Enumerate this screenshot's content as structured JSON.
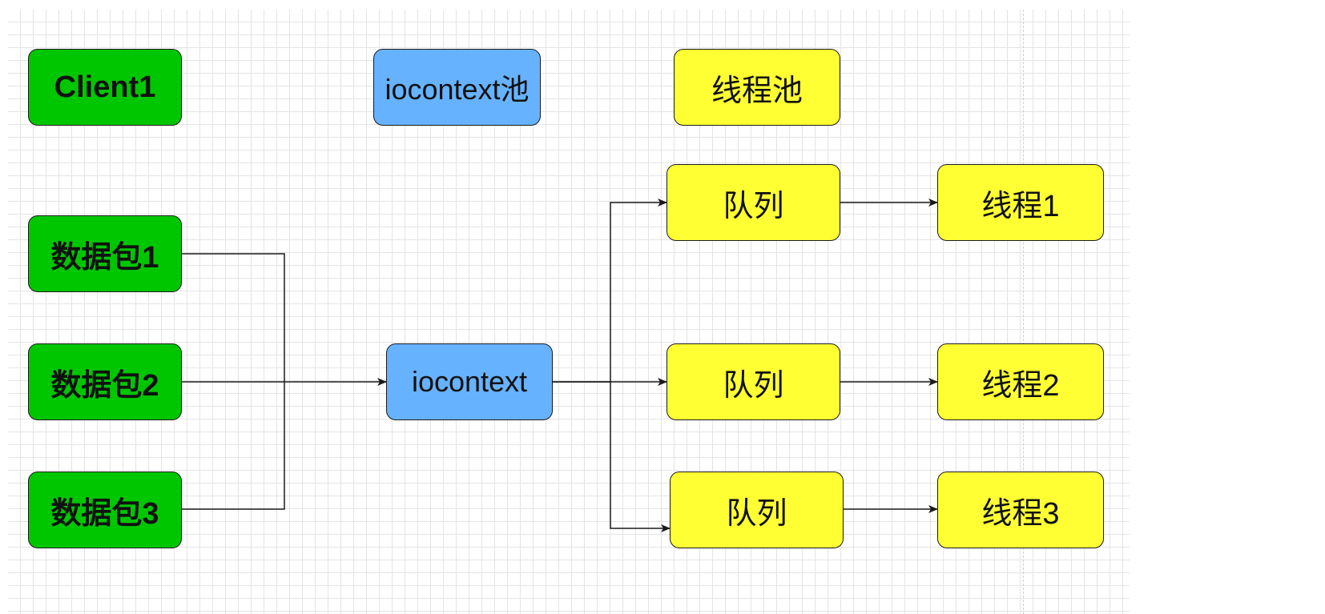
{
  "colors": {
    "client_fill": "#00c600",
    "iocontext_fill": "#66b2ff",
    "thread_fill": "#ffff33",
    "edge": "#1a1a1a"
  },
  "legend": {
    "client": "Client1",
    "iocontext_pool": "iocontext池",
    "thread_pool": "线程池"
  },
  "packets": [
    "数据包1",
    "数据包2",
    "数据包3"
  ],
  "iocontext": "iocontext",
  "queues": [
    "队列",
    "队列",
    "队列"
  ],
  "threads": [
    "线程1",
    "线程2",
    "线程3"
  ]
}
